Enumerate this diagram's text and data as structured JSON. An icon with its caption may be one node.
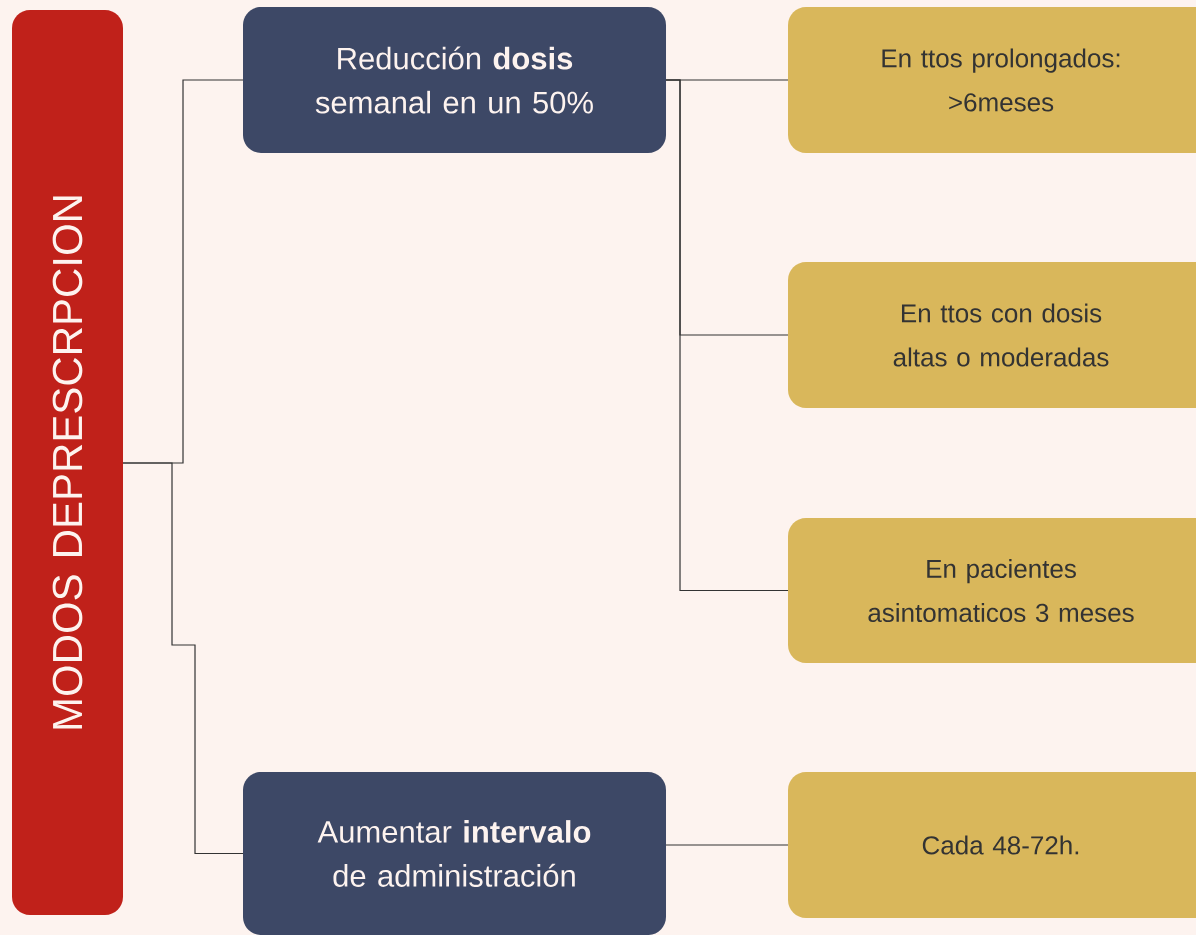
{
  "diagram": {
    "nodes": [
      {
        "text": [
          "MODOS DEPRESCRPCION"
        ]
      },
      {
        "text": [
          "Reducción **dosis** semanal en un 50%"
        ]
      },
      {
        "text": [
          "Aumentar **intervalo** de administración"
        ]
      },
      {
        "text": [
          "En ttos prolongados: >6meses"
        ]
      },
      {
        "text": [
          "En ttos con dosis altas o moderadas"
        ]
      },
      {
        "text": [
          "En pacientes asintomaticos 3 meses"
        ]
      },
      {
        "text": [
          "Cada 48-72h."
        ]
      }
    ],
    "edges": [
      {
        "from": 0,
        "to": 1,
        "arrow": "none"
      },
      {
        "from": 0,
        "to": 2,
        "arrow": "none"
      },
      {
        "from": 1,
        "to": 3,
        "arrow": "none"
      },
      {
        "from": 1,
        "to": 4,
        "arrow": "none"
      },
      {
        "from": 1,
        "to": 5,
        "arrow": "none"
      },
      {
        "from": 2,
        "to": 6,
        "arrow": "none"
      }
    ]
  }
}
